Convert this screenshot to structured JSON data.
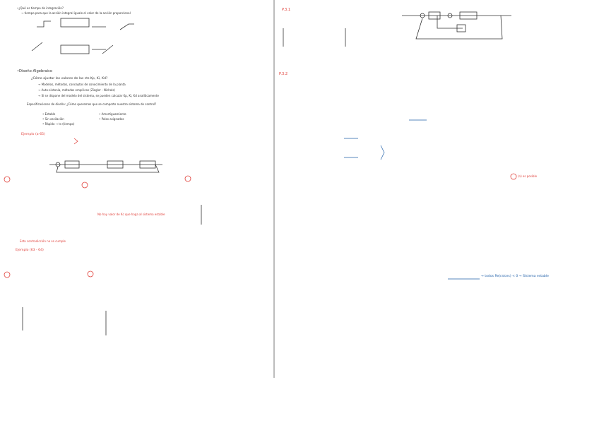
{
  "left_page": {
    "intro_title": "•¿Qué es tiempo de integración?",
    "intro_sub": "→ tiempo para que la acción integral iguale el valor de la acción proporcional",
    "algebra_title": "•Diseño Algebraico",
    "algebra_q": "¿Cómo ajustar los valores de las cts Kp, Ki, Kd?",
    "algebra_b1": "→ Modelos, métodos, conceptos de conocimiento de la planta",
    "algebra_b2": "→ Auto-sintonía, métodos empíricos (Ziegler - Nichols)",
    "algebra_b3": "→ Si se dispone del modelo del sistema, se pueden calcular Kp, Ki, Kd analíticamente",
    "specs_q": "Especificaciones de diseño: ¿Cómo queremos que se comporte nuestro sistema de control?",
    "specs_items": [
      "• Estable",
      "• Sin oscilación",
      "• Rápido → ts (tiempo)",
      "• Amortiguamiento",
      "• Polos asignados"
    ],
    "example_a": "Ejemplo (a-65)",
    "example_b": "Ejemplo (63 - 64)",
    "note_red": "Esta contradicción no se cumple",
    "note_cross": "No hay valor de Kc que haga al sistema estable"
  },
  "right_page": {
    "section_1": "P.3.1",
    "section_2": "P.3.2",
    "conclusion": "→ todos Re(raíces) < 0 → Sistema estable",
    "small_note": "(n) es posible"
  }
}
